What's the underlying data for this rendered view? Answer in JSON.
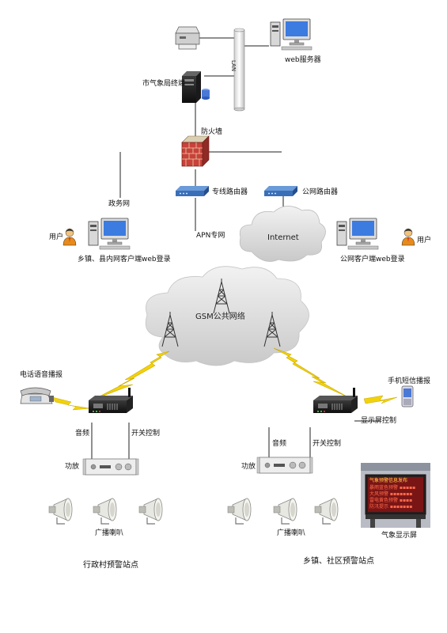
{
  "labels": {
    "web_server": "web服务器",
    "backbone": "LAN",
    "terminal": "市气象局终端",
    "firewall": "防火墙",
    "dedicated_router": "专线路由器",
    "public_router": "公网路由器",
    "gov_net": "政务网",
    "apn": "APN专网",
    "internet": "Internet",
    "user": "用户",
    "gov_client": "乡镇、县内网客户端web登录",
    "public_client": "公网客户端web登录",
    "gsm": "GSM公共网络",
    "phone_call": "电话语音播报",
    "sms": "手机短信播报",
    "led_control": "显示屏控制",
    "audio": "音频",
    "switch_ctrl": "开关控制",
    "amplifier": "功放",
    "speakers": "广播喇叭",
    "weather_screen": "气象显示屏",
    "village_station": "行政村预警站点",
    "town_station": "乡镇、社区预警站点"
  },
  "screen": {
    "title": "气象预警信息发布",
    "rows": [
      "暴雨蓝色预警 ▪▪▪▪▪",
      "大风预警 ▪▪▪▪▪▪▪",
      "雷电黄色预警 ▪▪▪▪",
      "防汛提示 ▪▪▪▪▪▪▪"
    ]
  },
  "icons": [
    "printer-icon",
    "server-icon",
    "workstation-icon",
    "firewall-icon",
    "router-icon",
    "cloud-icon",
    "tower-icon",
    "user-icon",
    "telephone-icon",
    "mobile-phone-icon",
    "gateway-icon",
    "amplifier-icon",
    "horn-speaker-icon",
    "led-display-icon",
    "lightning-icon"
  ],
  "colors": {
    "line": "#222222",
    "router": "#3a6fb8",
    "firewall_brick": "#c8413a",
    "lightning": "#f2d20a",
    "cloud": "#d7d7d7",
    "screen_bg": "#7a1515"
  }
}
